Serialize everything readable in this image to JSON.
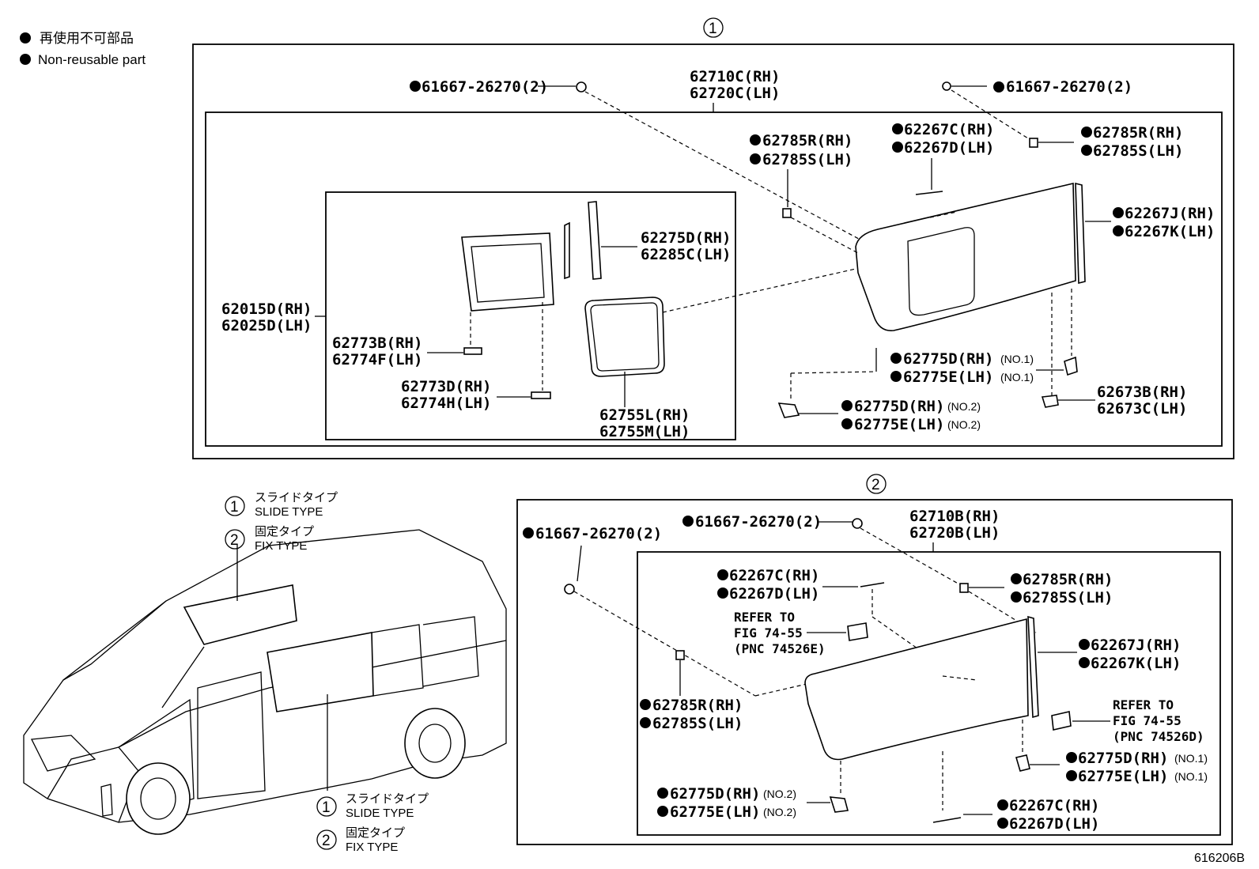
{
  "legend": {
    "jp": "再使用不可部品",
    "en": "Non-reusable part"
  },
  "figure_id": "616206B",
  "section1": {
    "circled": "1",
    "assembly": [
      "62710C(RH)",
      "62720C(LH)"
    ],
    "clip_left": "61667-26270(2)",
    "clip_right": "61667-26270(2)",
    "parts": {
      "a1": "62785R(RH)",
      "a2": "62785S(LH)",
      "b1": "62267C(RH)",
      "b2": "62267D(LH)",
      "c1": "62785R(RH)",
      "c2": "62785S(LH)",
      "d1": "62267J(RH)",
      "d2": "62267K(LH)",
      "e1": "62275D(RH)",
      "e2": "62285C(LH)",
      "f1": "62015D(RH)",
      "f2": "62025D(LH)",
      "g1": "62773B(RH)",
      "g2": "62774F(LH)",
      "h1": "62773D(RH)",
      "h2": "62774H(LH)",
      "i1": "62755L(RH)",
      "i2": "62755M(LH)",
      "j1": "62775D(RH)",
      "j2": "62775E(LH)",
      "j_note": "(NO.1)",
      "k1": "62775D(RH)",
      "k2": "62775E(LH)",
      "k_note": "(NO.2)",
      "l1": "62673B(RH)",
      "l2": "62673C(LH)"
    }
  },
  "section2": {
    "circled": "2",
    "assembly": [
      "62710B(RH)",
      "62720B(LH)"
    ],
    "clip_top": "61667-26270(2)",
    "clip_left": "61667-26270(2)",
    "parts": {
      "a1": "62267C(RH)",
      "a2": "62267D(LH)",
      "refer1": [
        "REFER TO",
        "FIG 74-55",
        "(PNC 74526E)"
      ],
      "b1": "62785R(RH)",
      "b2": "62785S(LH)",
      "c1": "62785R(RH)",
      "c2": "62785S(LH)",
      "d1": "62267J(RH)",
      "d2": "62267K(LH)",
      "refer2": [
        "REFER TO",
        "FIG 74-55",
        "(PNC 74526D)"
      ],
      "e1": "62775D(RH)",
      "e2": "62775E(LH)",
      "e_note": "(NO.1)",
      "f1": "62775D(RH)",
      "f2": "62775E(LH)",
      "f_note": "(NO.2)",
      "g1": "62267C(RH)",
      "g2": "62267D(LH)"
    }
  },
  "van_labels": {
    "top": {
      "jp1": "スライドタイプ",
      "en1": "SLIDE TYPE",
      "jp2": "固定タイプ",
      "en2": "FIX TYPE",
      "n1": "1",
      "n2": "2"
    },
    "bottom": {
      "jp1": "スライドタイプ",
      "en1": "SLIDE TYPE",
      "jp2": "固定タイプ",
      "en2": "FIX TYPE",
      "n1": "1",
      "n2": "2"
    }
  }
}
